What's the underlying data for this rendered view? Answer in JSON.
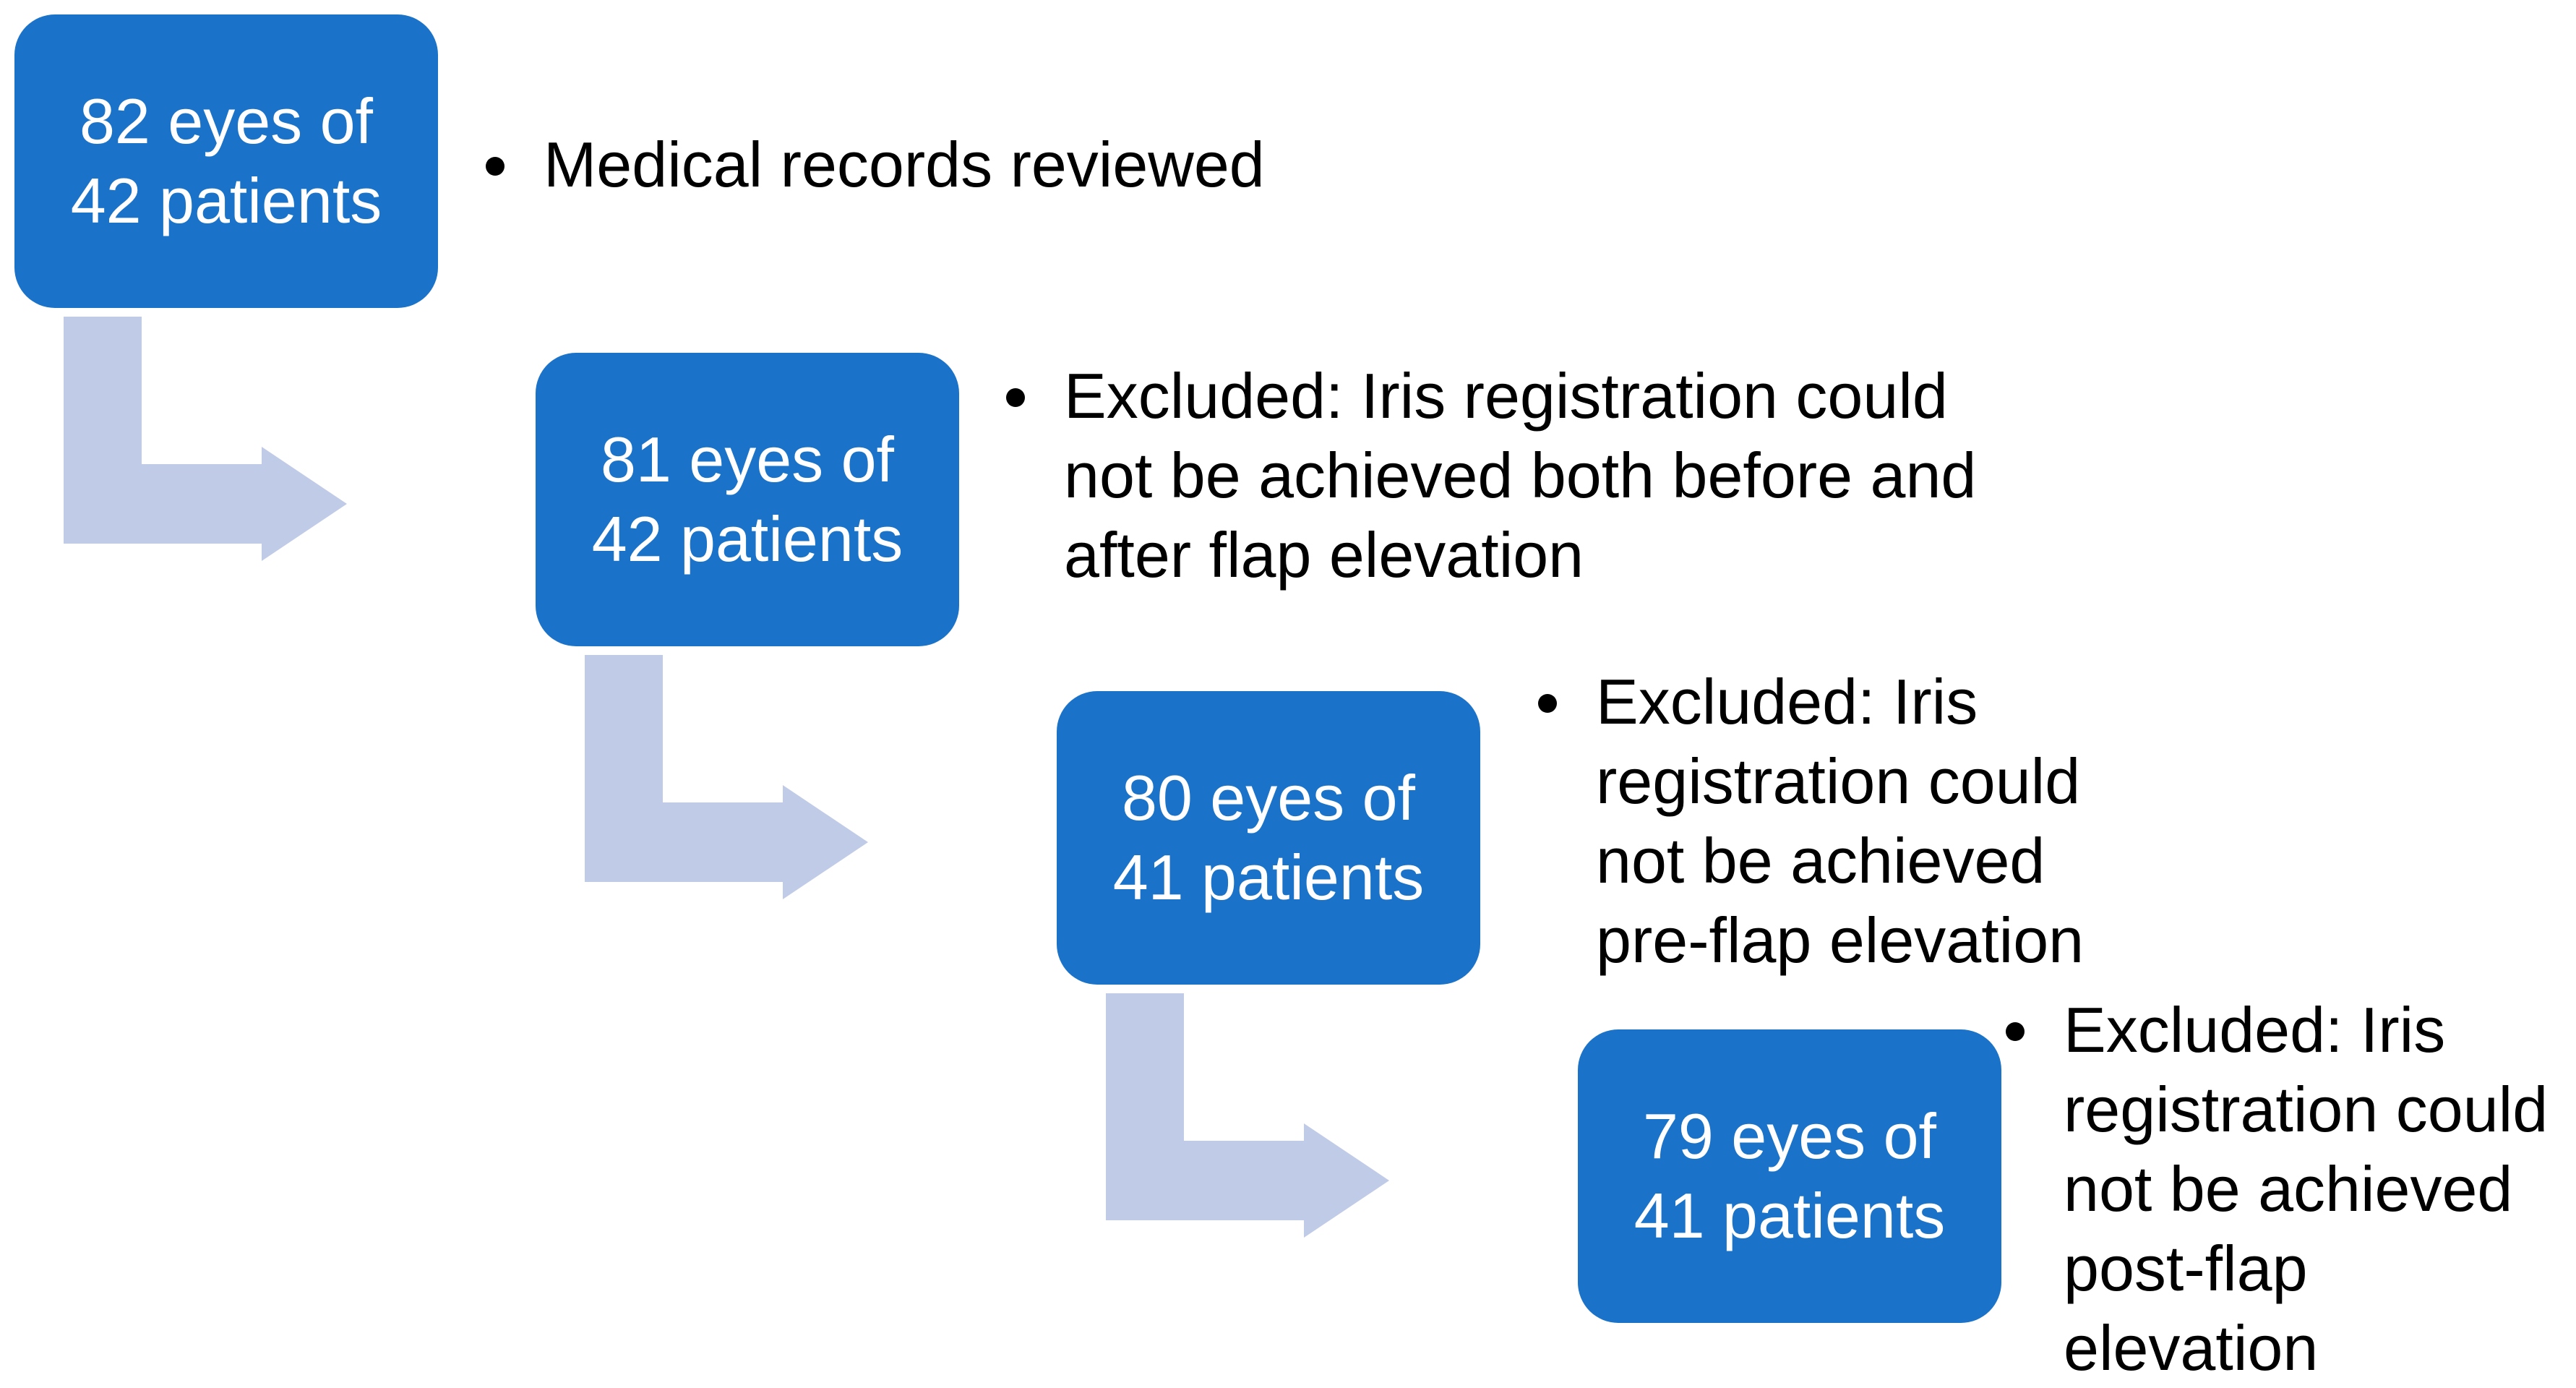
{
  "colors": {
    "box_fill": "#1a73c9",
    "box_text": "#ffffff",
    "arrow_fill": "#c0cbe7",
    "note_text": "#000000"
  },
  "icons": {
    "connector": "bent-arrow-right-icon",
    "bullet": "bullet-dot-icon"
  },
  "steps": [
    {
      "box_lines": [
        "82 eyes of",
        "42 patients"
      ],
      "note_lines": [
        "Medical records reviewed"
      ]
    },
    {
      "box_lines": [
        "81 eyes of",
        "42 patients"
      ],
      "note_lines": [
        "Excluded: Iris registration could",
        "not be achieved both before and",
        "after flap elevation"
      ]
    },
    {
      "box_lines": [
        "80 eyes of",
        "41 patients"
      ],
      "note_lines": [
        "Excluded: Iris",
        "registration could",
        "not be achieved",
        "pre-flap elevation"
      ]
    },
    {
      "box_lines": [
        "79 eyes of",
        "41 patients"
      ],
      "note_lines": [
        "Excluded: Iris",
        "registration could",
        "not be achieved",
        "post-flap",
        "elevation"
      ]
    }
  ]
}
